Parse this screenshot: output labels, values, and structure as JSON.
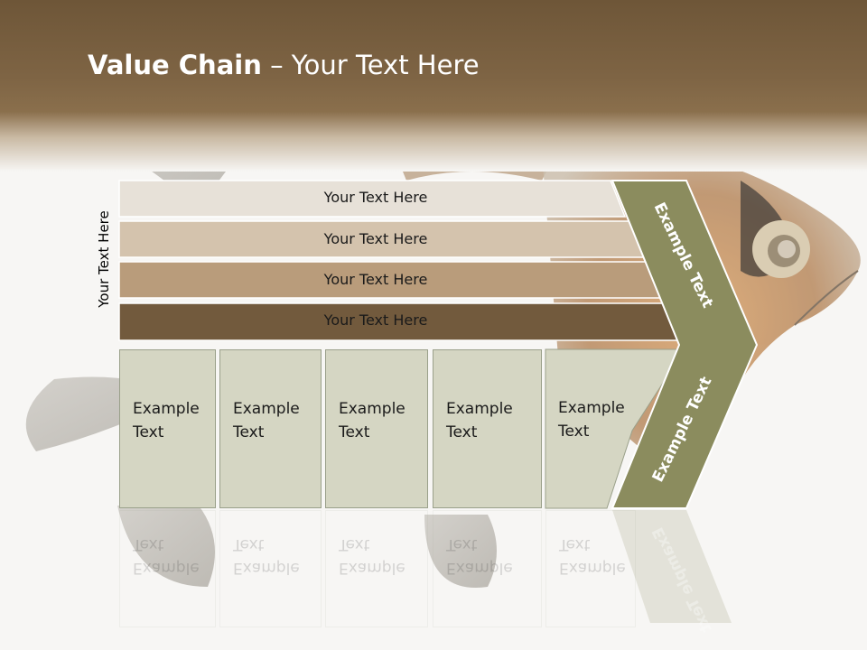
{
  "header": {
    "title_bold": "Value Chain",
    "title_rest": " – Your Text Here"
  },
  "side_label": "Your Text Here",
  "bands": [
    {
      "label": "Your Text Here",
      "color": "#e7e1d8"
    },
    {
      "label": "Your Text Here",
      "color": "#d4c3ad"
    },
    {
      "label": "Your Text Here",
      "color": "#b99c7b"
    },
    {
      "label": "Your Text Here",
      "color": "#725a3d"
    }
  ],
  "boxes": [
    {
      "line1": "Example",
      "line2": "Text"
    },
    {
      "line1": "Example",
      "line2": "Text"
    },
    {
      "line1": "Example",
      "line2": "Text"
    },
    {
      "line1": "Example",
      "line2": "Text"
    },
    {
      "line1": "Example",
      "line2": "Text"
    }
  ],
  "arrow": {
    "upper_label": "Example Text",
    "lower_label": "Example Text",
    "color": "#8b8c5e"
  }
}
